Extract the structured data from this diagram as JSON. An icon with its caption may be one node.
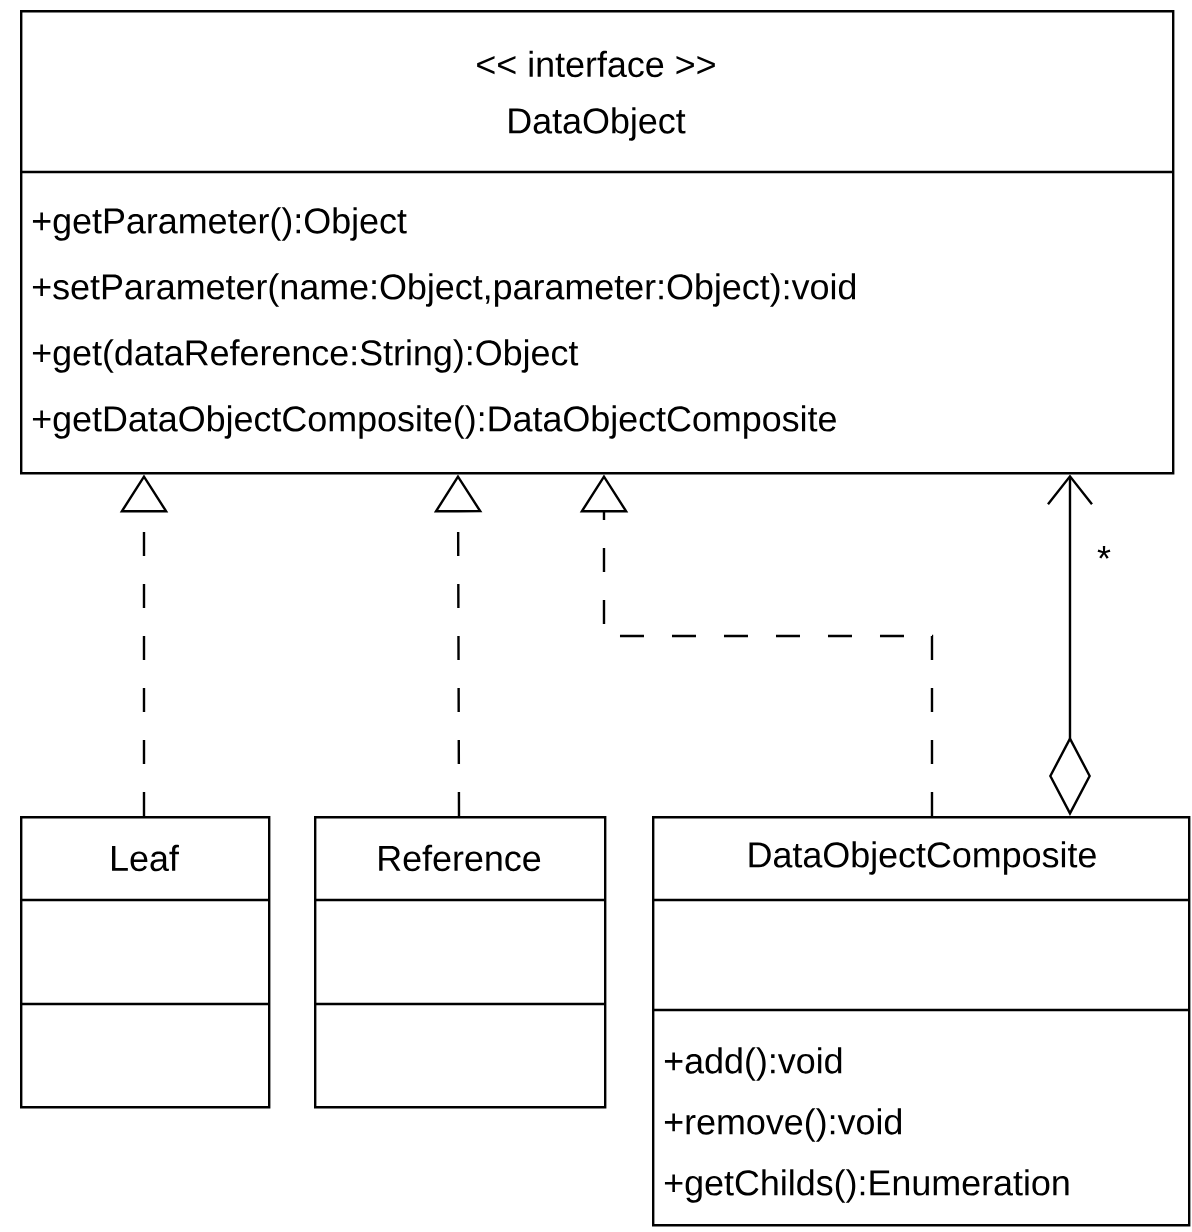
{
  "diagram": {
    "nodes": [
      {
        "text": [
          "<< interface >>",
          "DataObject",
          "+getParameter():Object",
          "+setParameter(name:Object,parameter:Object):void",
          "+get(dataReference:String):Object",
          "+getDataObjectComposite():DataObjectComposite"
        ]
      },
      {
        "text": [
          "Leaf"
        ]
      },
      {
        "text": [
          "Reference"
        ]
      },
      {
        "text": [
          "DataObjectComposite",
          "+add():void",
          "+remove():void",
          "+getChilds():Enumeration"
        ]
      }
    ],
    "edges": [
      {
        "from": 1,
        "to": 0,
        "arrow": "to",
        "style": "dashed"
      },
      {
        "from": 2,
        "to": 0,
        "arrow": "to",
        "style": "dashed"
      },
      {
        "from": 3,
        "to": 0,
        "arrow": "to",
        "style": "dashed"
      },
      {
        "from": 3,
        "to": 0,
        "arrow": "to",
        "label": "*"
      }
    ]
  }
}
